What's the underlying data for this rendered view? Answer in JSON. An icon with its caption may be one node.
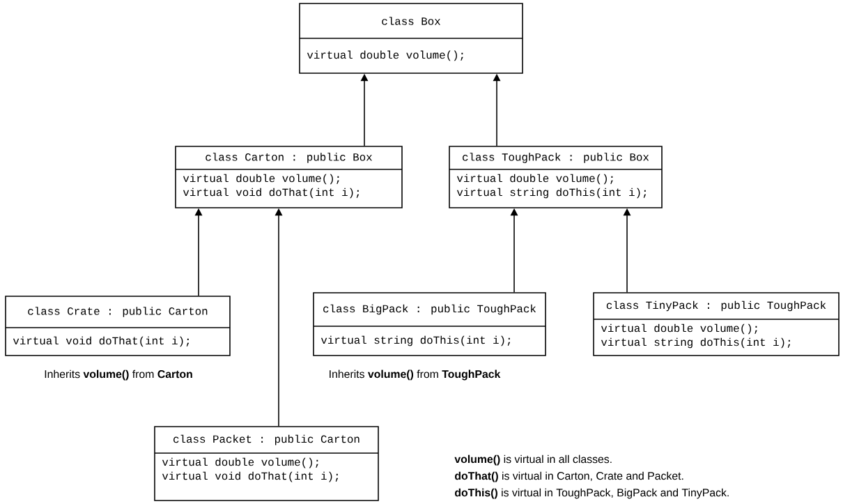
{
  "diagram": {
    "nodes": [
      {
        "text": [
          "class Box",
          "virtual double volume();"
        ]
      },
      {
        "text": [
          "class Carton : public Box",
          "virtual double volume();",
          "virtual void doThat(int i);"
        ]
      },
      {
        "text": [
          "class ToughPack : public Box",
          "virtual double volume();",
          "virtual string doThis(int i);"
        ]
      },
      {
        "text": [
          "class Crate : public Carton",
          "virtual void doThat(int i);"
        ],
        "beside": [
          "Inherits **volume()** from **Carton**"
        ]
      },
      {
        "text": [
          "class BigPack : public ToughPack",
          "virtual string doThis(int i);"
        ],
        "beside": [
          "Inherits **volume()** from **ToughPack**"
        ]
      },
      {
        "text": [
          "class TinyPack : public ToughPack",
          "virtual double volume();",
          "virtual string doThis(int i);"
        ]
      },
      {
        "text": [
          "class Packet : public Carton",
          "virtual double volume();",
          "virtual void doThat(int i);"
        ]
      }
    ],
    "edges": [
      {
        "from": 1,
        "to": 0,
        "arrow": "to"
      },
      {
        "from": 2,
        "to": 0,
        "arrow": "to"
      },
      {
        "from": 3,
        "to": 1,
        "arrow": "to"
      },
      {
        "from": 6,
        "to": 1,
        "arrow": "to"
      },
      {
        "from": 4,
        "to": 2,
        "arrow": "to"
      },
      {
        "from": 5,
        "to": 2,
        "arrow": "to"
      }
    ],
    "labels": [
      "**volume()** is virtual in all classes.",
      "**doThat()** is virtual in Carton, Crate and Packet.",
      "**doThis()** is virtual in ToughPack, BigPack and TinyPack."
    ]
  }
}
